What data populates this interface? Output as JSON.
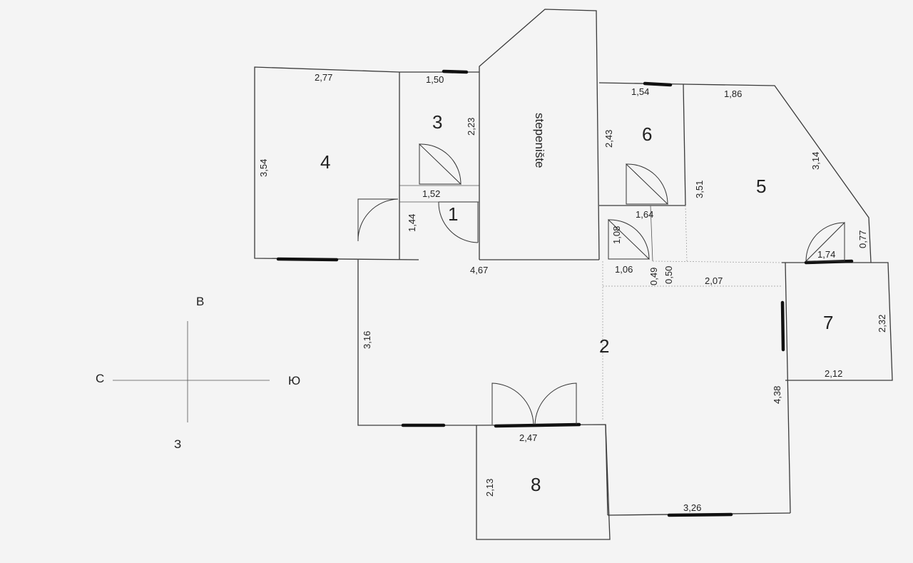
{
  "rooms": {
    "r1": "1",
    "r2": "2",
    "r3": "3",
    "r4": "4",
    "r5": "5",
    "r6": "6",
    "r7": "7",
    "r8": "8"
  },
  "stairwell": "stepenište",
  "compass": {
    "north": "В",
    "west": "С",
    "east": "Ю",
    "south": "З"
  },
  "dimensions": {
    "d_277": "2,77",
    "d_354": "3,54",
    "d_150": "1,50",
    "d_223": "2,23",
    "d_152": "1,52",
    "d_144": "1,44",
    "d_467": "4,67",
    "d_154": "1,54",
    "d_243": "2,43",
    "d_164": "1,64",
    "d_108": "1,08",
    "d_186": "1,86",
    "d_314": "3,14",
    "d_351": "3,51",
    "d_077": "0,77",
    "d_174": "1,74",
    "d_106": "1,06",
    "d_049": "0,49",
    "d_050": "0,50",
    "d_207": "2,07",
    "d_232": "2,32",
    "d_212": "2,12",
    "d_316": "3,16",
    "d_438": "4,38",
    "d_247": "2,47",
    "d_213": "2,13",
    "d_326": "3,26"
  },
  "colors": {
    "background": "#f4f4f4",
    "lines": "#3a3a3a",
    "windows": "#111111"
  }
}
